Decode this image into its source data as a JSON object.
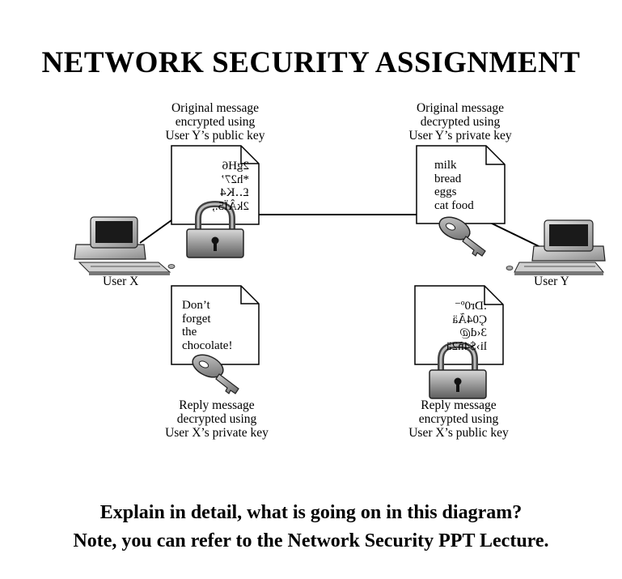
{
  "title": "NETWORK SECURITY ASSIGNMENT",
  "top_left_caption": [
    "Original message",
    "encrypted using",
    "User Y’s public key"
  ],
  "top_right_caption": [
    "Original message",
    "decrypted using",
    "User Y’s private key"
  ],
  "bottom_left_caption": [
    "Reply message",
    "decrypted using",
    "User X’s private key"
  ],
  "bottom_right_caption": [
    "Reply message",
    "encrypted using",
    "User X’s public key"
  ],
  "top_left_doc": [
    "2gH6",
    "*h27’",
    "£‥K4",
    "2kÂÏ5.,"
  ],
  "top_right_doc": [
    "milk",
    "bread",
    "eggs",
    "cat food"
  ],
  "bottom_left_doc": [
    "Don’t",
    "forget",
    "the",
    "chocolate!"
  ],
  "bottom_right_doc": [
    ":Dr0º⁻",
    "Ç04Ãä",
    "3‹d@",
    "li›$4ñ2ä"
  ],
  "user_x": "User X",
  "user_y": "User Y",
  "question_line1": "Explain in detail, what is going on in this diagram?",
  "question_line2": "Note, you can refer to the Network Security PPT Lecture."
}
